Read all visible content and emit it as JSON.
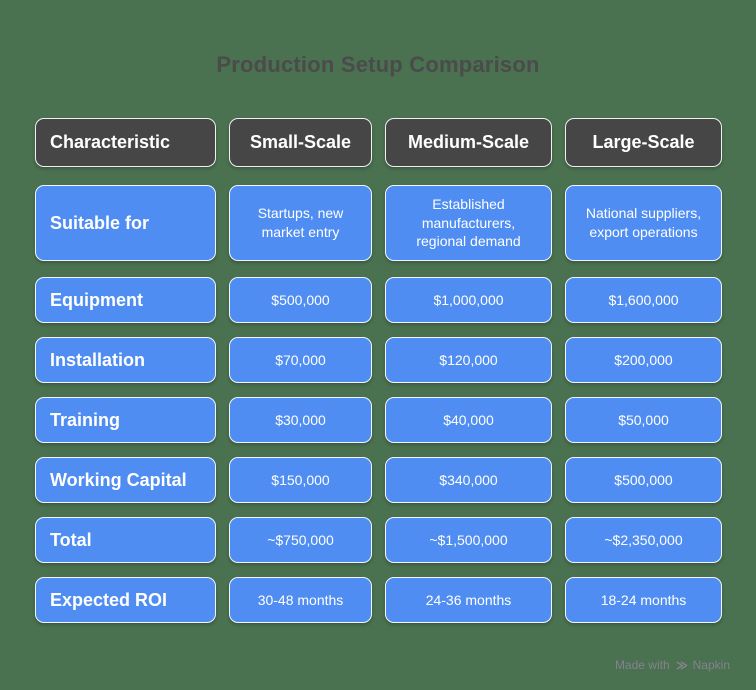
{
  "title": "Production Setup Comparison",
  "chart_data": {
    "type": "table",
    "title": "Production Setup Comparison",
    "columns": [
      "Characteristic",
      "Small-Scale",
      "Medium-Scale",
      "Large-Scale"
    ],
    "rows": [
      {
        "label": "Suitable for",
        "values": [
          "Startups, new market entry",
          "Established manufacturers, regional demand",
          "National suppliers, export operations"
        ]
      },
      {
        "label": "Equipment",
        "values": [
          "$500,000",
          "$1,000,000",
          "$1,600,000"
        ]
      },
      {
        "label": "Installation",
        "values": [
          "$70,000",
          "$120,000",
          "$200,000"
        ]
      },
      {
        "label": "Training",
        "values": [
          "$30,000",
          "$40,000",
          "$50,000"
        ]
      },
      {
        "label": "Working Capital",
        "values": [
          "$150,000",
          "$340,000",
          "$500,000"
        ]
      },
      {
        "label": "Total",
        "values": [
          "~$750,000",
          "~$1,500,000",
          "~$2,350,000"
        ]
      },
      {
        "label": "Expected ROI",
        "values": [
          "30-48 months",
          "24-36 months",
          "18-24 months"
        ]
      }
    ],
    "legend": "none",
    "grid": "off"
  },
  "watermark": {
    "prefix": "Made with",
    "brand": "Napkin"
  },
  "colors": {
    "background": "#4a7150",
    "cell_blue": "#4f8df2",
    "header_gray": "#464646",
    "title_text": "#4b4b4b",
    "cell_text": "#ffffff",
    "cell_border": "#ffffff",
    "watermark_text": "#85828e"
  }
}
